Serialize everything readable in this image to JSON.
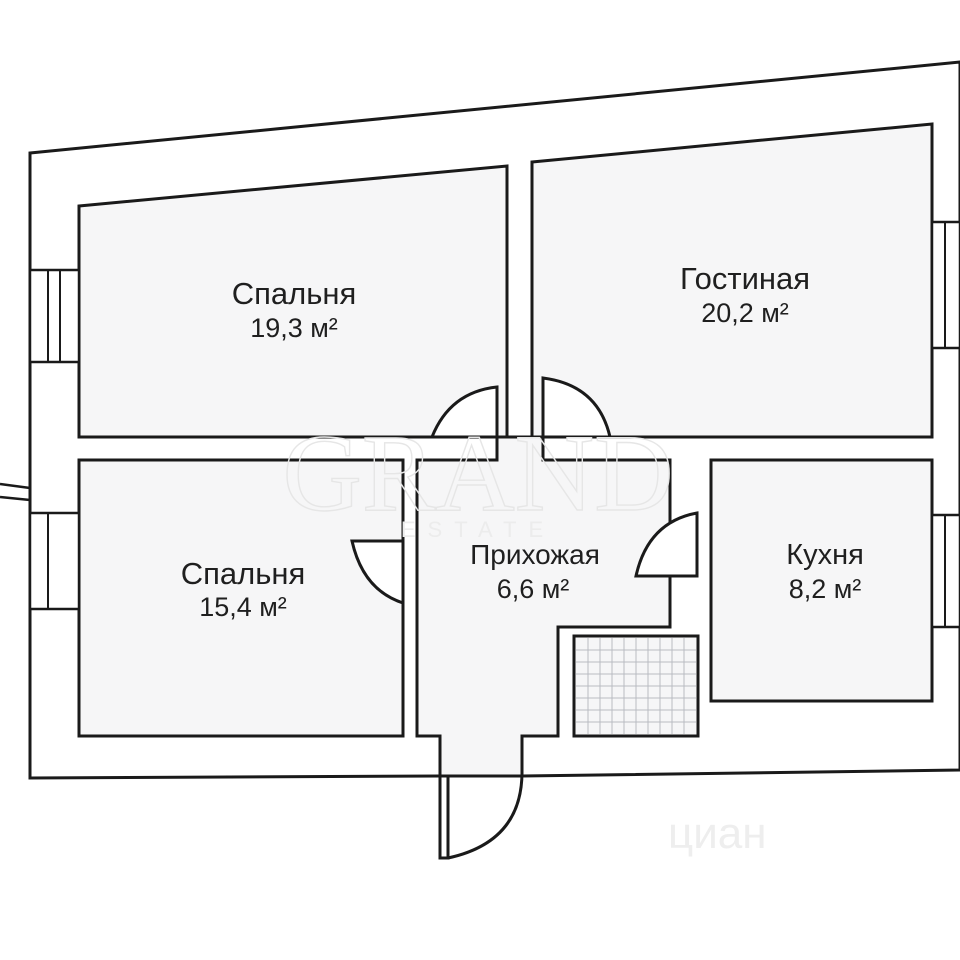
{
  "plan": {
    "rooms": [
      {
        "id": "bedroom-1",
        "name": "Спальня",
        "area": "19,3 м²"
      },
      {
        "id": "living-room",
        "name": "Гостиная",
        "area": "20,2 м²"
      },
      {
        "id": "bedroom-2",
        "name": "Спальня",
        "area": "15,4 м²"
      },
      {
        "id": "hallway",
        "name": "Прихожая",
        "area": "6,6 м²"
      },
      {
        "id": "kitchen",
        "name": "Кухня",
        "area": "8,2 м²"
      }
    ]
  },
  "watermark": {
    "brand": "GRAND",
    "sub": "ESTATE",
    "corner": "циан"
  },
  "colors": {
    "wall": "#1a1a1a",
    "room_fill": "#f6f6f7",
    "background": "#ffffff"
  }
}
